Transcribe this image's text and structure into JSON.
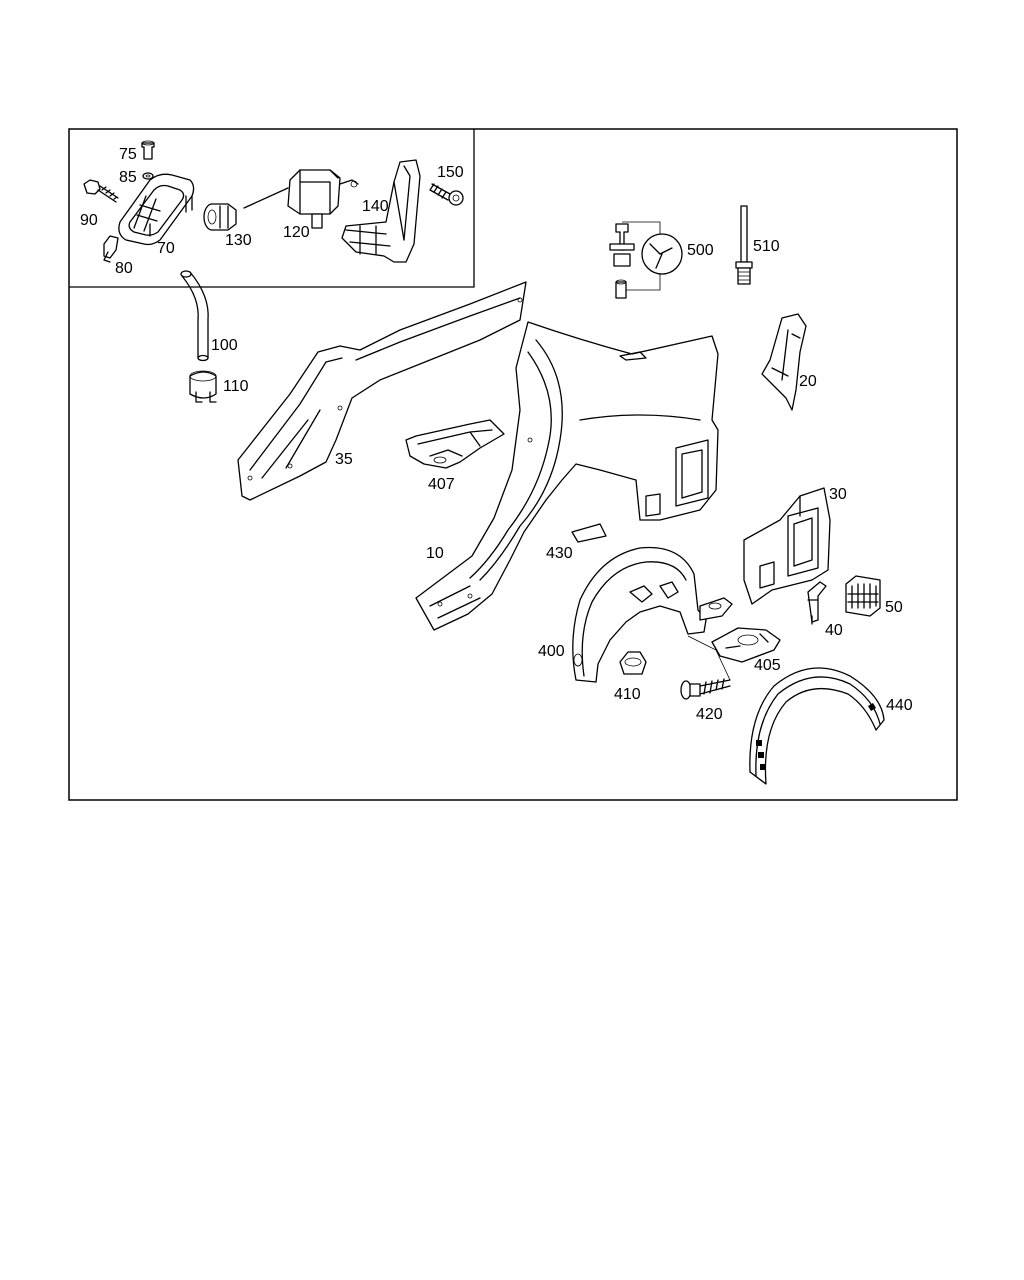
{
  "callouts": {
    "p75": "75",
    "p85": "85",
    "p90": "90",
    "p70": "70",
    "p80": "80",
    "p130": "130",
    "p120": "120",
    "p140": "140",
    "p150": "150",
    "p500": "500",
    "p510": "510",
    "p100": "100",
    "p110": "110",
    "p35": "35",
    "p407": "407",
    "p20": "20",
    "p30": "30",
    "p10": "10",
    "p430": "430",
    "p400": "400",
    "p40": "40",
    "p50": "50",
    "p405": "405",
    "p410": "410",
    "p420": "420",
    "p440": "440"
  }
}
